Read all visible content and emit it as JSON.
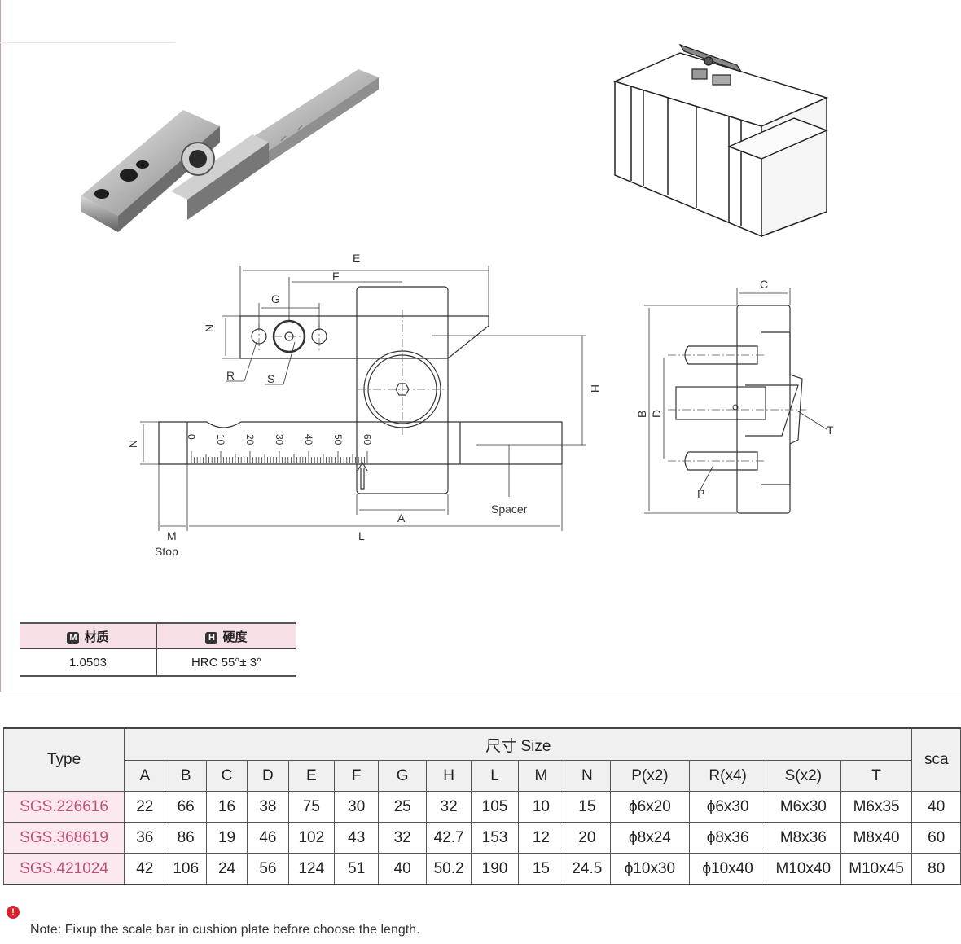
{
  "drawing": {
    "dims": {
      "E": "E",
      "F": "F",
      "G": "G",
      "N": "N",
      "R": "R",
      "S": "S",
      "H": "H",
      "A": "A",
      "L": "L",
      "M": "M",
      "B": "B",
      "C": "C",
      "D": "D",
      "T": "T",
      "P": "P"
    },
    "scale_ticks": [
      "0",
      "10",
      "20",
      "30",
      "40",
      "50",
      "60"
    ],
    "stop_label": "Stop",
    "spacer_label": "Spacer"
  },
  "material_table": {
    "col1_badge": "M",
    "col1_header": "材质",
    "col2_badge": "H",
    "col2_header": "硬度",
    "material": "1.0503",
    "hardness": "HRC 55°± 3°"
  },
  "size_table": {
    "type_header": "Type",
    "size_header": "尺寸 Size",
    "last_header": "sca",
    "columns": [
      "A",
      "B",
      "C",
      "D",
      "E",
      "F",
      "G",
      "H",
      "L",
      "M",
      "N",
      "P(x2)",
      "R(x4)",
      "S(x2)",
      "T"
    ],
    "rows": [
      {
        "type": "SGS.226616",
        "cells": [
          "22",
          "66",
          "16",
          "38",
          "75",
          "30",
          "25",
          "32",
          "105",
          "10",
          "15",
          "ϕ6x20",
          "ϕ6x30",
          "M6x30",
          "M6x35"
        ],
        "sca": "40"
      },
      {
        "type": "SGS.368619",
        "cells": [
          "36",
          "86",
          "19",
          "46",
          "102",
          "43",
          "32",
          "42.7",
          "153",
          "12",
          "20",
          "ϕ8x24",
          "ϕ8x36",
          "M8x36",
          "M8x40"
        ],
        "sca": "60"
      },
      {
        "type": "SGS.421024",
        "cells": [
          "42",
          "106",
          "24",
          "56",
          "124",
          "51",
          "40",
          "50.2",
          "190",
          "15",
          "24.5",
          "ϕ10x30",
          "ϕ10x40",
          "M10x40",
          "M10x45"
        ],
        "sca": "80"
      }
    ]
  },
  "note": {
    "icon": "exclamation-icon",
    "text": "Note: Fixup the scale bar in cushion plate before choose the length."
  }
}
